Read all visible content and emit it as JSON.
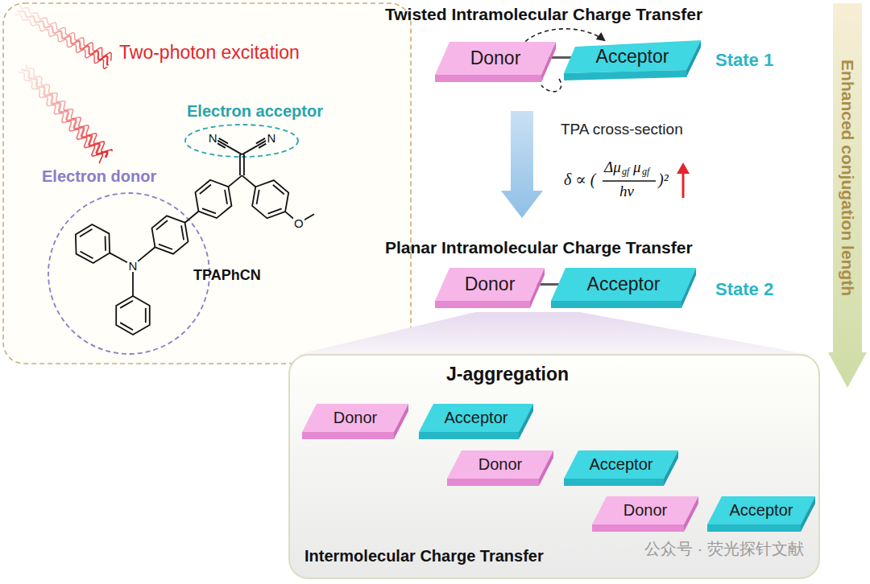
{
  "diagram": {
    "nodes": [
      {
        "text": [
          "Donor"
        ]
      },
      {
        "text": [
          "Acceptor"
        ]
      },
      {
        "text": [
          "Donor"
        ]
      },
      {
        "text": [
          "Acceptor"
        ]
      },
      {
        "text": [
          "J-aggregation",
          "Intermolecular Charge Transfer"
        ]
      },
      {
        "text": [
          "Donor"
        ],
        "in": 4
      },
      {
        "text": [
          "Acceptor"
        ],
        "in": 4
      },
      {
        "text": [
          "Donor"
        ],
        "in": 4
      },
      {
        "text": [
          "Acceptor"
        ],
        "in": 4
      },
      {
        "text": [
          "Donor"
        ],
        "in": 4
      },
      {
        "text": [
          "Acceptor"
        ],
        "in": 4
      },
      {
        "text": [
          "Enhanced conjugation length"
        ]
      }
    ],
    "edges": [
      {
        "from": 0,
        "to": 1,
        "arrow": "none"
      },
      {
        "from": 0,
        "to": 2,
        "arrow": "to",
        "label": "TPA cross-section"
      },
      {
        "from": 2,
        "to": 3,
        "arrow": "none"
      },
      {
        "from": 5,
        "to": 6,
        "arrow": "none"
      },
      {
        "from": 7,
        "to": 8,
        "arrow": "none"
      },
      {
        "from": 9,
        "to": 10,
        "arrow": "none"
      }
    ],
    "labels": [
      "Two-photon excitation",
      "Electron acceptor",
      "Electron donor",
      "N",
      "N",
      "N",
      "O",
      "TPAPhCN",
      "Twisted Intramolecular Charge Transfer",
      "State 1",
      "δ ∝ (",
      "Δμ",
      "gf",
      "μ",
      "gf",
      "hν",
      ")²",
      "Planar Intramolecular Charge Transfer",
      "State 2",
      "公众号 · 荧光探针文献"
    ]
  }
}
